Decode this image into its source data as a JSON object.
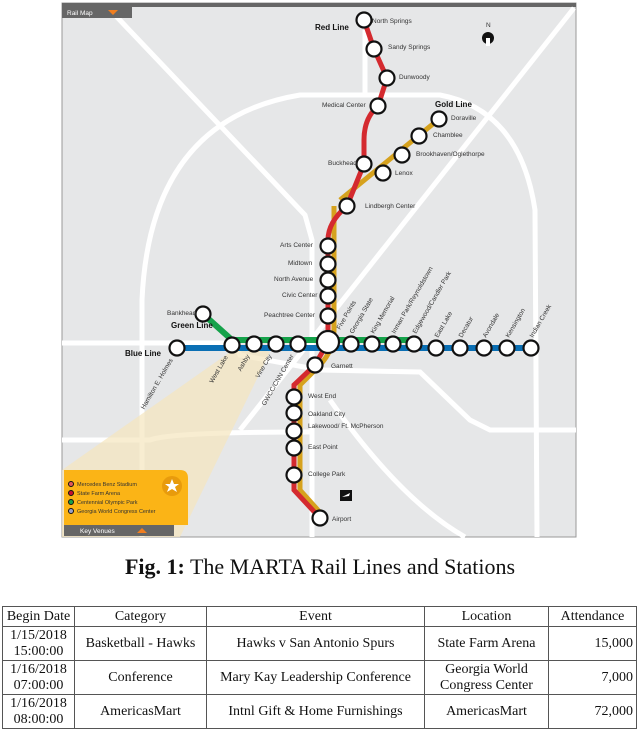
{
  "map": {
    "tab_label": "Rail Map",
    "key_label": "Key Venues",
    "compass": "N",
    "line_labels": {
      "red": "Red Line",
      "gold": "Gold Line",
      "green": "Green Line",
      "blue": "Blue Line"
    },
    "colors": {
      "red": "#d42a2f",
      "gold": "#d6a21e",
      "green": "#15a24a",
      "blue": "#0a6fb4",
      "background": "#e6e7e8",
      "road": "#ffffff",
      "key_panel": "#fbb416",
      "frame": "#666666"
    },
    "stations": {
      "red": [
        "North Springs",
        "Sandy Springs",
        "Dunwoody",
        "Medical Center",
        "Buckhead",
        "Lindbergh Center",
        "Arts Center",
        "Midtown",
        "North Avenue",
        "Civic Center",
        "Peachtree Center",
        "Five Points",
        "Garnett",
        "West End",
        "Oakland City",
        "Lakewood/ Ft. McPherson",
        "East Point",
        "College Park",
        "Airport"
      ],
      "gold": [
        "Doraville",
        "Chamblee",
        "Brookhaven/Oglethorpe",
        "Lenox"
      ],
      "blue": [
        "Hamilton E. Holmes",
        "West Lake",
        "Ashby",
        "Vine City",
        "GWCC/CNN Center",
        "Georgia State",
        "King Memorial",
        "Inman Park/Reynoldstown",
        "Edgewood/Candler Park",
        "East Lake",
        "Decatur",
        "Avondale",
        "Kensington",
        "Indian Creek"
      ],
      "green": [
        "Bankhead"
      ]
    },
    "venues": [
      "Mercedes Benz Stadium",
      "State Farm Arena",
      "Centennial Olympic Park",
      "Georgia World Congress Center"
    ]
  },
  "caption": {
    "label": "Fig. 1:",
    "text": " The MARTA Rail Lines and Stations"
  },
  "table": {
    "headers": [
      "Begin Date",
      "Category",
      "Event",
      "Location",
      "Attendance"
    ],
    "rows": [
      {
        "date": [
          "1/15/2018",
          "15:00:00"
        ],
        "category": "Basketball - Hawks",
        "event": "Hawks v San Antonio Spurs",
        "location": [
          "State Farm Arena"
        ],
        "attendance": "15,000"
      },
      {
        "date": [
          "1/16/2018",
          "07:00:00"
        ],
        "category": "Conference",
        "event": "Mary Kay Leadership Conference",
        "location": [
          "Georgia World",
          "Congress Center"
        ],
        "attendance": "7,000"
      },
      {
        "date": [
          "1/16/2018",
          "08:00:00"
        ],
        "category": "AmericasMart",
        "event": "Intnl Gift & Home Furnishings",
        "location": [
          "AmericasMart"
        ],
        "attendance": "72,000"
      }
    ]
  }
}
